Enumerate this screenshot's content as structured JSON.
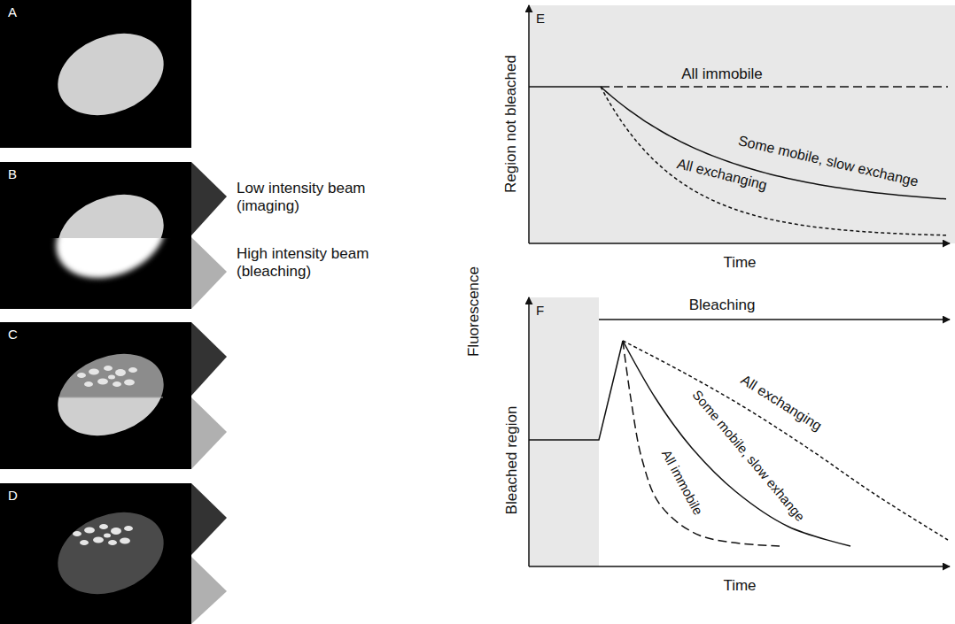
{
  "diagram": {
    "nodes": [
      {
        "text": [
          "A"
        ]
      },
      {
        "text": [
          "B"
        ]
      },
      {
        "text": [
          "C"
        ]
      },
      {
        "text": [
          "D"
        ]
      }
    ],
    "labels": [
      "Low intensity beam (imaging)",
      "High intensity beam (bleaching)",
      "Fluorescence",
      "E",
      "Region not bleached",
      "All immobile",
      "Some mobile, slow exchange",
      "All exchanging",
      "Time",
      "F",
      "Bleached region",
      "Bleaching",
      "All exchanging",
      "Some mobile, slow exhange",
      "All immobile",
      "Time"
    ]
  }
}
